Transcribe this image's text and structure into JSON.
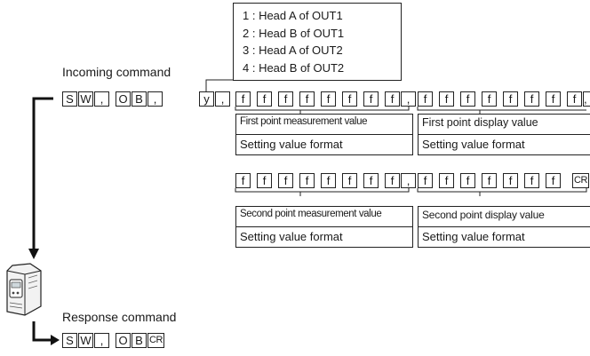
{
  "mode_options": [
    "1 : Head A of OUT1",
    "2 : Head B of OUT1",
    "3 : Head A of OUT2",
    "4 : Head B of OUT2"
  ],
  "incoming_label": "Incoming command",
  "response_label": "Response command",
  "chars": {
    "S": "S",
    "W": "W",
    "comma": ",",
    "O": "O",
    "B": "B",
    "y": "y",
    "f": "f",
    "CR": "CR"
  },
  "fields": {
    "first_measurement": {
      "title": "First point measurement value",
      "format": "Setting value format"
    },
    "first_display": {
      "title": "First point display value",
      "format": "Setting value format"
    },
    "second_measurement": {
      "title": "Second point measurement value",
      "format": "Setting value format"
    },
    "second_display": {
      "title": "Second point display value",
      "format": "Setting value format"
    }
  }
}
